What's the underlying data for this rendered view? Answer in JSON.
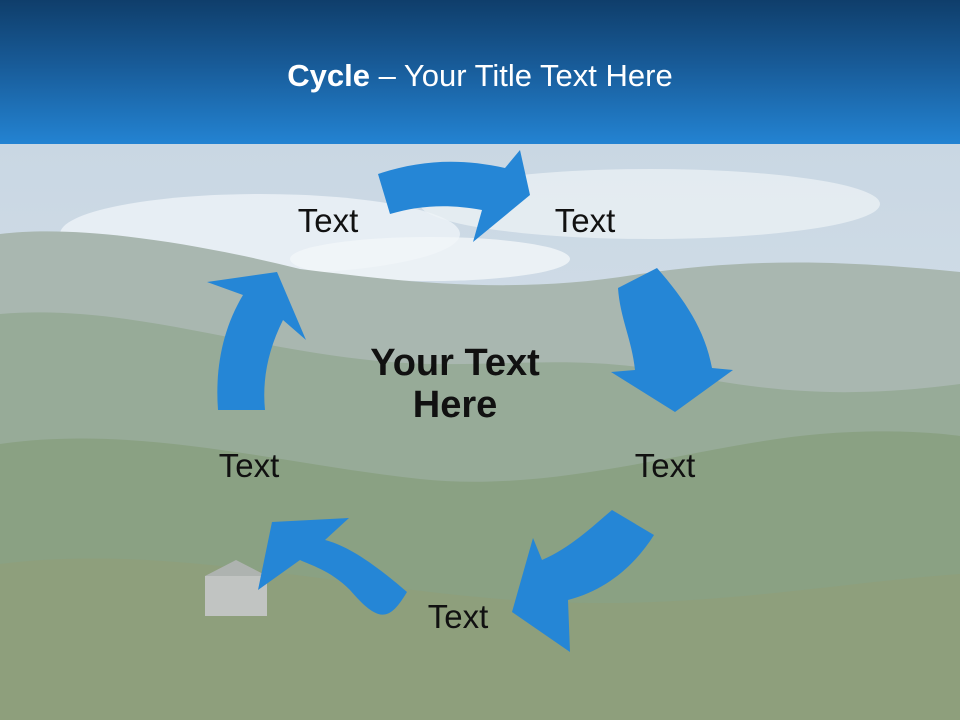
{
  "slide": {
    "title_bold": "Cycle",
    "title_rest": " – Your Title Text Here",
    "center_text_line1": "Your Text",
    "center_text_line2": "Here",
    "nodes": [
      "Text",
      "Text",
      "Text",
      "Text",
      "Text"
    ]
  },
  "colors": {
    "arrow": "#2586d6",
    "header_dark": "#0f3e6b",
    "header_light": "#2383d2",
    "text": "#111111"
  }
}
